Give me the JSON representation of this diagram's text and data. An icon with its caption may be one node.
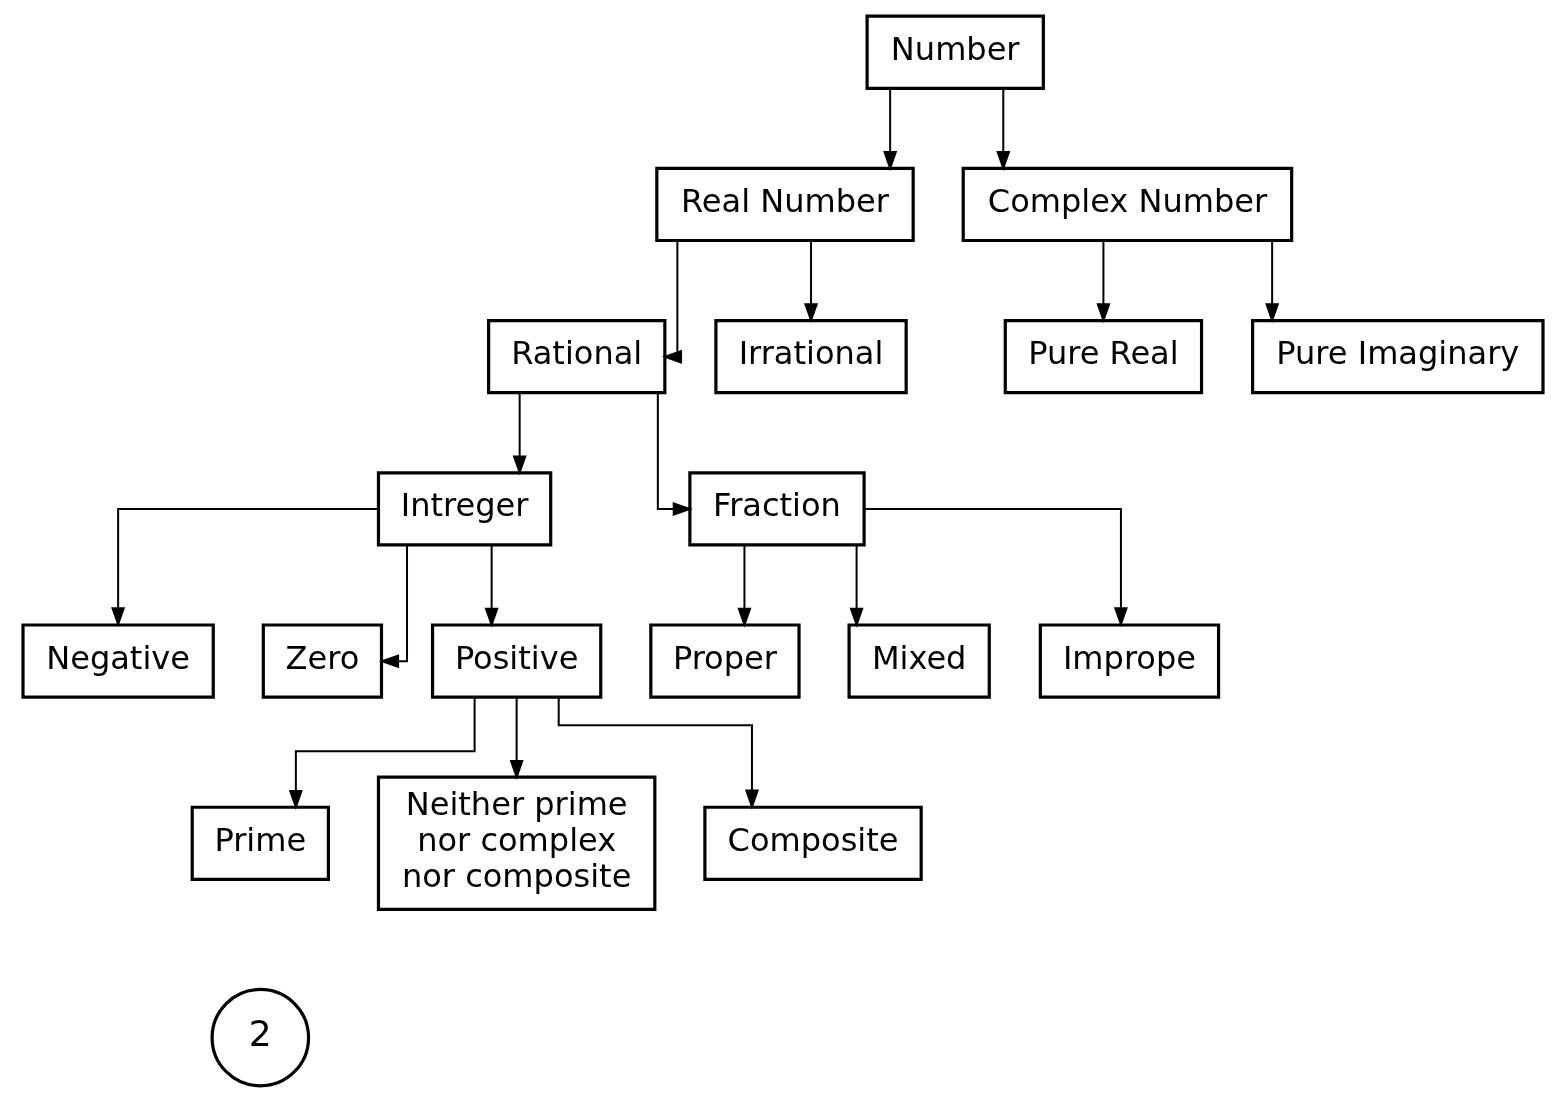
{
  "diagram": {
    "nodes": [
      {
        "text": [
          "Number"
        ]
      },
      {
        "text": [
          "Real Number"
        ]
      },
      {
        "text": [
          "Complex Number"
        ]
      },
      {
        "text": [
          "Rational"
        ]
      },
      {
        "text": [
          "Irrational"
        ]
      },
      {
        "text": [
          "Pure Real"
        ]
      },
      {
        "text": [
          "Pure Imaginary"
        ]
      },
      {
        "text": [
          "Intreger"
        ]
      },
      {
        "text": [
          "Fraction"
        ]
      },
      {
        "text": [
          "Negative"
        ]
      },
      {
        "text": [
          "Zero"
        ]
      },
      {
        "text": [
          "Positive"
        ]
      },
      {
        "text": [
          "Proper"
        ]
      },
      {
        "text": [
          "Mixed"
        ]
      },
      {
        "text": [
          "Imprope"
        ]
      },
      {
        "text": [
          "Prime"
        ]
      },
      {
        "text": [
          "Neither prime",
          "nor complex",
          "nor composite"
        ]
      },
      {
        "text": [
          "Composite"
        ]
      }
    ],
    "edges": [
      {
        "from": 0,
        "to": 1,
        "arrow": "to"
      },
      {
        "from": 0,
        "to": 2,
        "arrow": "to"
      },
      {
        "from": 1,
        "to": 3,
        "arrow": "to"
      },
      {
        "from": 1,
        "to": 4,
        "arrow": "to"
      },
      {
        "from": 2,
        "to": 5,
        "arrow": "to"
      },
      {
        "from": 2,
        "to": 6,
        "arrow": "to"
      },
      {
        "from": 3,
        "to": 7,
        "arrow": "to"
      },
      {
        "from": 3,
        "to": 8,
        "arrow": "to"
      },
      {
        "from": 7,
        "to": 9,
        "arrow": "to"
      },
      {
        "from": 7,
        "to": 10,
        "arrow": "to"
      },
      {
        "from": 7,
        "to": 11,
        "arrow": "to"
      },
      {
        "from": 8,
        "to": 12,
        "arrow": "to"
      },
      {
        "from": 8,
        "to": 13,
        "arrow": "to"
      },
      {
        "from": 8,
        "to": 14,
        "arrow": "to"
      },
      {
        "from": 11,
        "to": 15,
        "arrow": "to"
      },
      {
        "from": 11,
        "to": 16,
        "arrow": "to"
      },
      {
        "from": 11,
        "to": 17,
        "arrow": "to"
      }
    ],
    "labels": [
      "2"
    ]
  }
}
